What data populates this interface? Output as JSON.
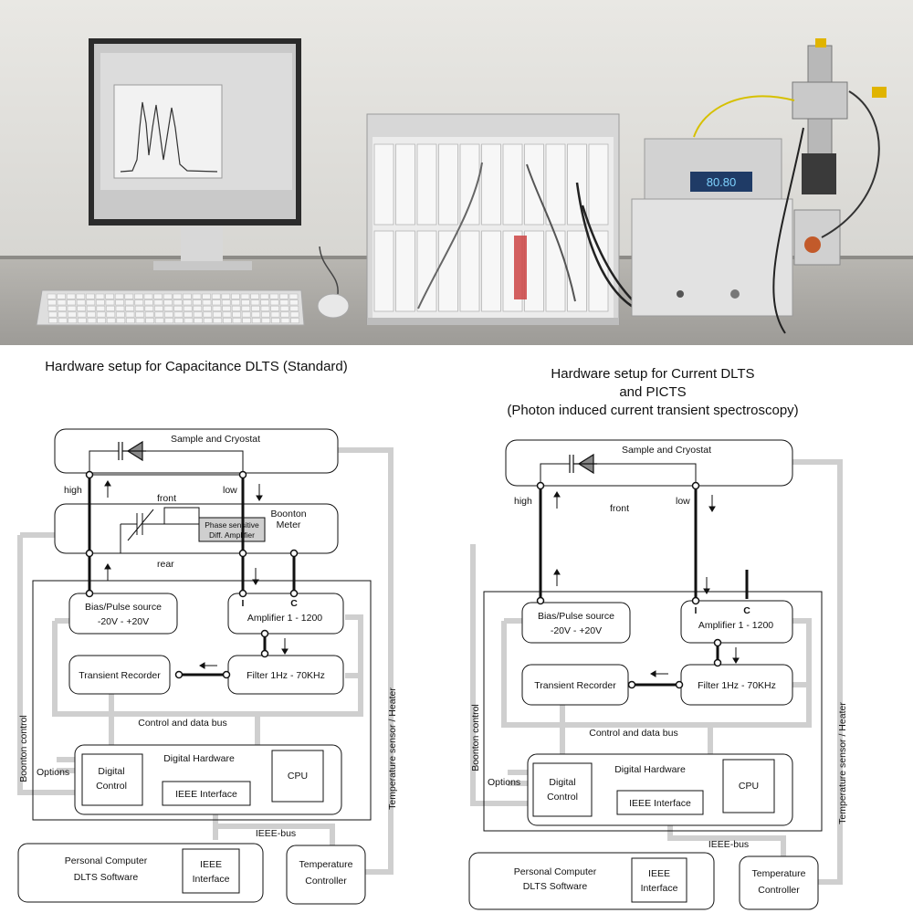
{
  "titles": {
    "left": "Hardware setup for Capacitance DLTS (Standard)",
    "right_line1": "Hardware setup for Current DLTS",
    "right_line2": "and PICTS",
    "right_line3": "(Photon induced current transient spectroscopy)"
  },
  "left": {
    "sample": "Sample and Cryostat",
    "high": "high",
    "low": "low",
    "front": "front",
    "rear": "rear",
    "boonton_line1": "Boonton",
    "boonton_line2": "Meter",
    "phase_line1": "Phase sensitive",
    "phase_line2": "Diff. Amplifier",
    "bias_line1": "Bias/Pulse source",
    "bias_line2": "-20V - +20V",
    "amp_label_i": "I",
    "amp_label_c": "C",
    "amplifier": "Amplifier 1 - 1200",
    "filter": "Filter 1Hz - 70KHz",
    "transient": "Transient Recorder",
    "bus": "Control and data bus",
    "digital_hw": "Digital Hardware",
    "digital_ctrl_line1": "Digital",
    "digital_ctrl_line2": "Control",
    "options": "Options",
    "cpu": "CPU",
    "ieee_interface": "IEEE Interface",
    "ieee_bus": "IEEE-bus",
    "pc_line1": "Personal Computer",
    "pc_line2": "DLTS Software",
    "pc_ieee_line1": "IEEE",
    "pc_ieee_line2": "Interface",
    "temp_line1": "Temperature",
    "temp_line2": "Controller",
    "boonton_control": "Boonton   control",
    "temp_sensor": "Temperature sensor / Heater"
  },
  "right": {
    "sample": "Sample and Cryostat",
    "high": "high",
    "low": "low",
    "front": "front",
    "bias_line1": "Bias/Pulse source",
    "bias_line2": "-20V - +20V",
    "amp_label_i": "I",
    "amp_label_c": "C",
    "amplifier": "Amplifier 1 - 1200",
    "filter": "Filter 1Hz - 70KHz",
    "transient": "Transient Recorder",
    "bus": "Control and data bus",
    "digital_hw": "Digital Hardware",
    "digital_ctrl_line1": "Digital",
    "digital_ctrl_line2": "Control",
    "options": "Options",
    "cpu": "CPU",
    "ieee_interface": "IEEE Interface",
    "ieee_bus": "IEEE-bus",
    "pc_line1": "Personal Computer",
    "pc_line2": "DLTS Software",
    "pc_ieee_line1": "IEEE",
    "pc_ieee_line2": "Interface",
    "temp_line1": "Temperature",
    "temp_line2": "Controller",
    "boonton_control": "Boonton   control",
    "temp_sensor": "Temperature sensor / Heater"
  },
  "photo": {
    "display_readout": "80.80"
  }
}
